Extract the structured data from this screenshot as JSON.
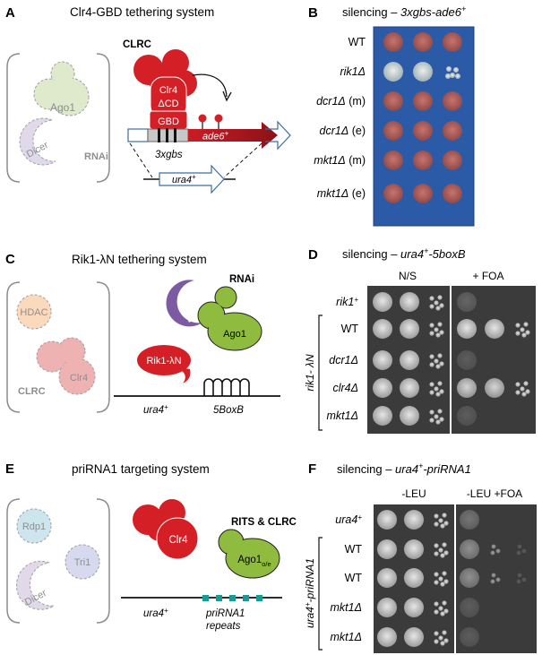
{
  "panel_a": {
    "letter": "A",
    "title": "Clr4-GBD tethering system",
    "complex_label": "CLRC",
    "clr4": "Clr4",
    "delta_cd": "ΔCD",
    "gbd": "GBD",
    "ade6": "ade6",
    "ade6_sup": "+",
    "xgbs": "3xgbs",
    "ura4": "ura4",
    "ura4_sup": "+",
    "ago1": "Ago1",
    "dicer": "Dicer",
    "rnai": "RNAi",
    "colors": {
      "red": "#d41f26",
      "green_faded": "#dfe9cc",
      "purple_faded": "#e1d8ea",
      "blue": "#3a6fa0"
    }
  },
  "panel_b": {
    "letter": "B",
    "title_plain": "silencing – ",
    "title_italic": "3xgbs-ade6",
    "title_sup": "+",
    "rows": [
      {
        "name": "WT",
        "suffix": ""
      },
      {
        "name": "rik1Δ",
        "suffix": ""
      },
      {
        "name": "dcr1Δ",
        "suffix": " (m)"
      },
      {
        "name": "dcr1Δ",
        "suffix": " (e)"
      },
      {
        "name": "mkt1Δ",
        "suffix": " (m)"
      },
      {
        "name": "mkt1Δ",
        "suffix": " (e)"
      }
    ]
  },
  "panel_c": {
    "letter": "C",
    "title": "Rik1-λN tethering system",
    "rik1": "Rik1-λN",
    "dicer": "Dicer",
    "ago1": "Ago1",
    "rnai": "RNAi",
    "hdac": "HDAC",
    "clr4": "Clr4",
    "clrc": "CLRC",
    "ura4": "ura4",
    "ura4_sup": "+",
    "boxb": "5BoxB"
  },
  "panel_d": {
    "letter": "D",
    "title_plain": "silencing – ",
    "title_italic": "ura4",
    "title_sup": "+",
    "title_italic2": "-5boxB",
    "col_ns": "N/S",
    "col_foa": "+ FOA",
    "group_label": "rik1- λN",
    "rows": [
      "rik1",
      "WT",
      "dcr1Δ",
      "clr4Δ",
      "mkt1Δ"
    ],
    "row0_sup": "+"
  },
  "panel_e": {
    "letter": "E",
    "title": "priRNA1 targeting system",
    "rdp1": "Rdp1",
    "tri1": "Tri1",
    "dicer": "Dicer",
    "clr4": "Clr4",
    "ago1": "Ago1",
    "ago1_sub": "o/e",
    "complex_label": "RITS & CLRC",
    "ura4": "ura4",
    "ura4_sup": "+",
    "pri_line1": "priRNA1",
    "pri_line2": "repeats"
  },
  "panel_f": {
    "letter": "F",
    "title_plain": "silencing – ",
    "title_italic": "ura4",
    "title_sup": "+",
    "title_italic2": "-priRNA1",
    "col_leu": "-LEU",
    "col_foa": "-LEU +FOA",
    "group_label": "ura4",
    "group_label_sup": "+",
    "group_label2": "-priRNA1",
    "rows": [
      "ura4",
      "WT",
      "WT",
      "mkt1Δ",
      "mkt1Δ"
    ],
    "row0_sup": "+"
  }
}
